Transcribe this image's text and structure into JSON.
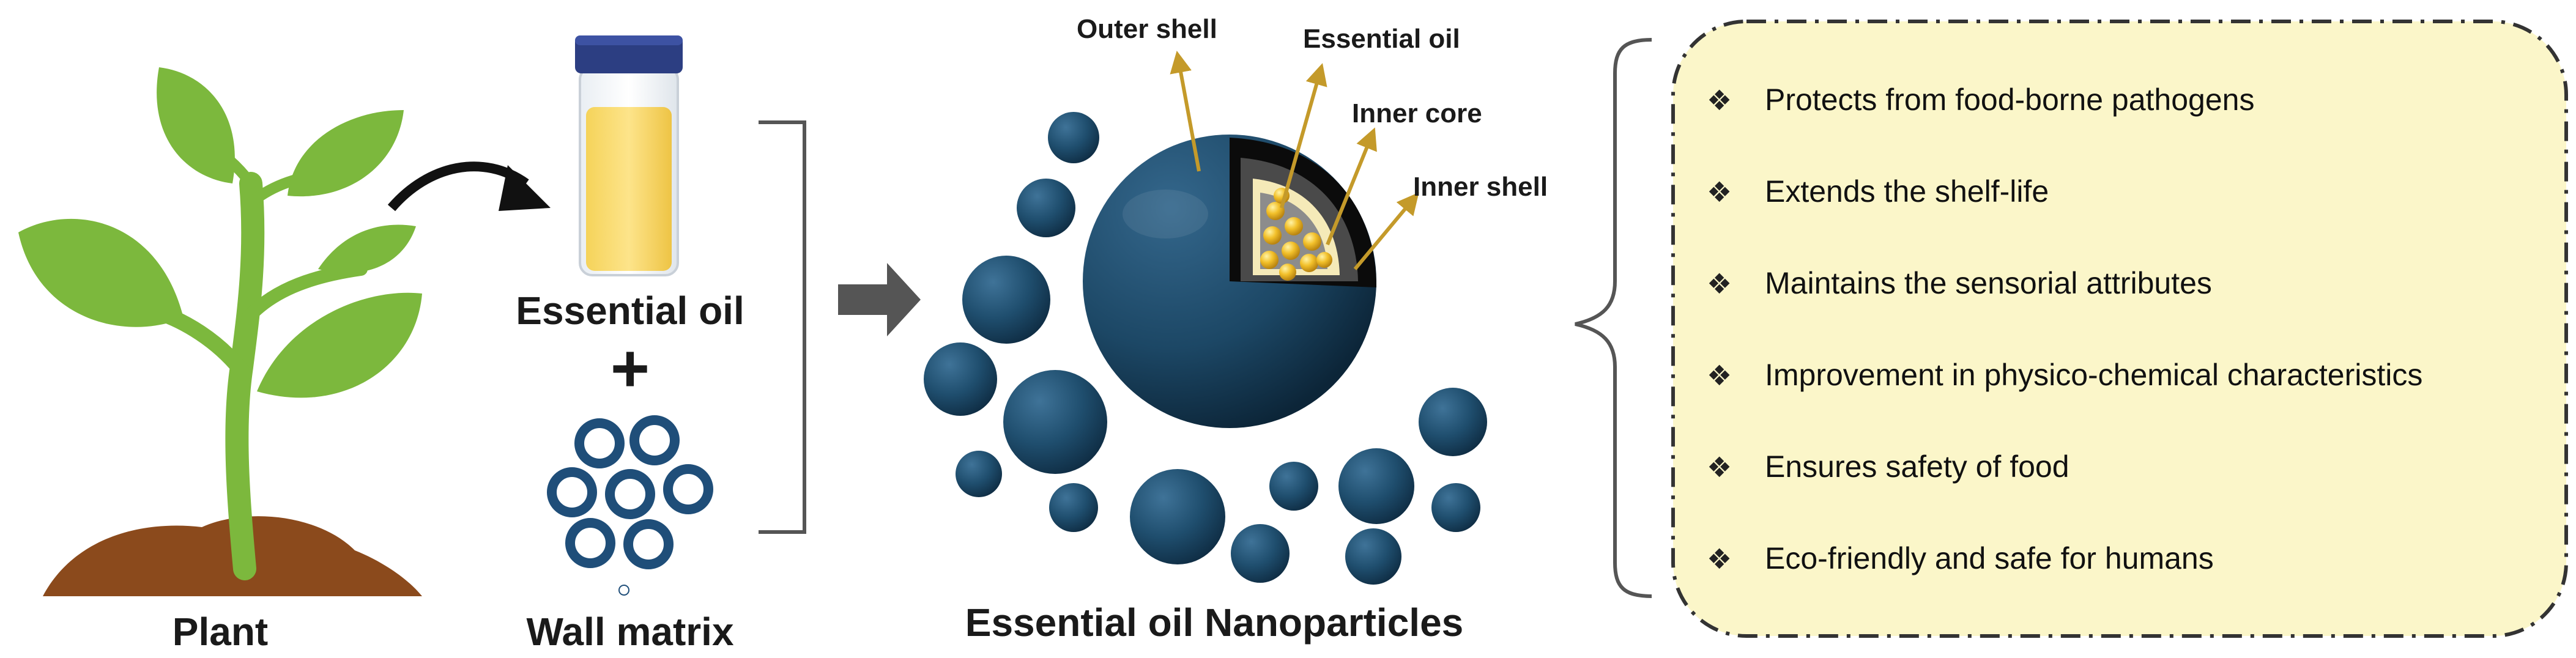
{
  "labels": {
    "plant": "Plant",
    "essential_oil": "Essential oil",
    "plus": "+",
    "wall_matrix": "Wall matrix",
    "nanoparticles": "Essential oil Nanoparticles",
    "outer_shell": "Outer shell",
    "essential_oil_callout": "Essential oil",
    "inner_core": "Inner core",
    "inner_shell": "Inner shell"
  },
  "benefits": [
    "Protects from food-borne pathogens",
    "Extends the shelf-life",
    "Maintains the sensorial attributes",
    "Improvement in physico-chemical characteristics",
    "Ensures safety of food",
    "Eco-friendly and safe for humans"
  ],
  "bullet_symbol": "❖",
  "colors": {
    "plant_green": "#7cb83d",
    "soil_brown": "#8b4a1c",
    "sphere_blue": "#1f4e6e",
    "oil_yellow": "#f2c94c",
    "cap_blue": "#2c3e82",
    "panel_fill": "#fbf6c9",
    "arrow_callout": "#c49a2a"
  }
}
